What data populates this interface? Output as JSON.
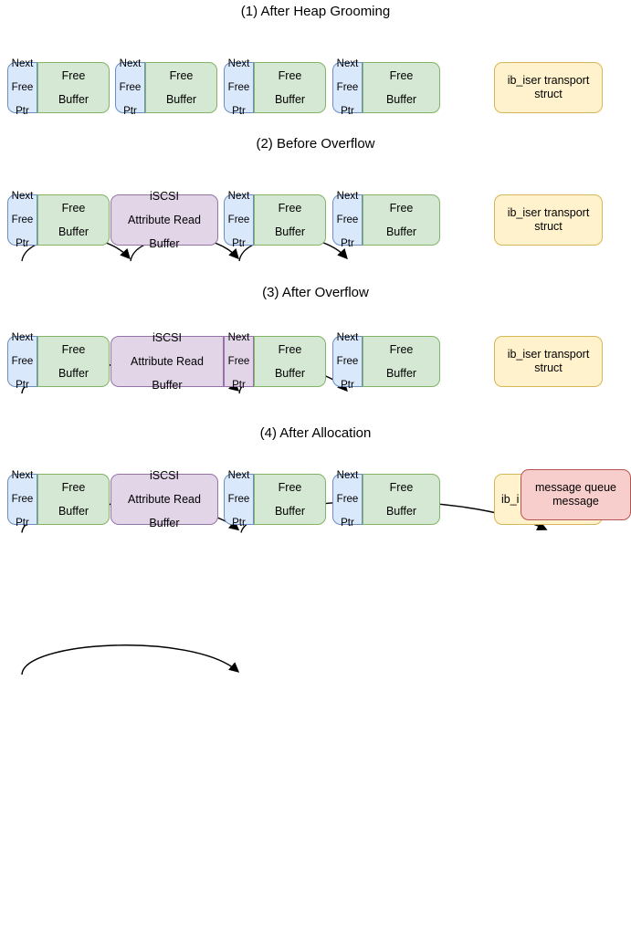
{
  "diagram": {
    "title_hidden": "Heap grooming / overflow sequence",
    "labels": {
      "next_free_ptr_line1": "Next",
      "next_free_ptr_line2": "Free",
      "next_free_ptr_line3": "Ptr",
      "free_buffer_line1": "Free",
      "free_buffer_line2": "Buffer",
      "iscsi_line1": "iSCSI",
      "iscsi_line2": "Attribute Read",
      "iscsi_line3": "Buffer",
      "iser_line1": "ib_iser transport",
      "iser_line2": "struct",
      "iser_truncated": "ib_i",
      "msgq_line1": "message queue",
      "msgq_line2": "message"
    },
    "colors": {
      "ptr_fill": "#dae8fc",
      "ptr_stroke": "#6c8ebf",
      "buffer_fill": "#d5e8d4",
      "buffer_stroke": "#82b366",
      "iscsi_fill": "#e1d5e7",
      "iscsi_stroke": "#9673a6",
      "iser_fill": "#fff2cc",
      "iser_stroke": "#d6b656",
      "msgq_fill": "#f8cecc",
      "msgq_stroke": "#b85450",
      "arrow": "#000000"
    },
    "panels": [
      {
        "id": "panel-1",
        "title": "(1) After Heap Grooming",
        "arrow_count": 3
      },
      {
        "id": "panel-2",
        "title": "(2) Before Overflow",
        "arrow_count": 2
      },
      {
        "id": "panel-3",
        "title": "(3) After Overflow",
        "arrow_count": 2
      },
      {
        "id": "panel-4",
        "title": "(4) After Allocation",
        "arrow_count": 1
      }
    ]
  }
}
